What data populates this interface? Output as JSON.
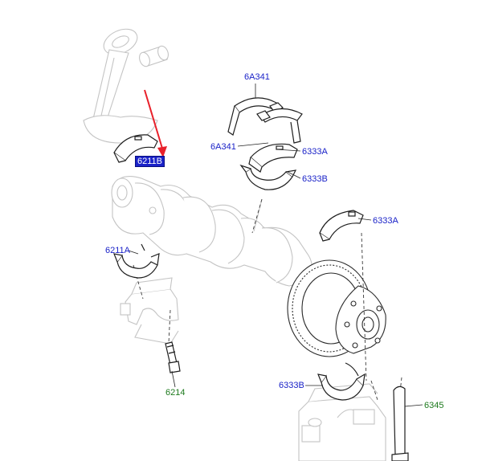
{
  "callouts": {
    "c_6A341_top": "6A341",
    "c_6A341_mid": "6A341",
    "c_6333A_upper": "6333A",
    "c_6333B_upper": "6333B",
    "c_6211B": "6211B",
    "c_6211A": "6211A",
    "c_6333A_right": "6333A",
    "c_6214": "6214",
    "c_6333B_lower": "6333B",
    "c_6345": "6345"
  },
  "colors": {
    "part_number_blue": "#1a22c8",
    "part_number_green": "#1d7a1d",
    "highlight_arrow": "#e8202a",
    "ghost_part": "#c9c9c9",
    "active_part": "#1e1e1e"
  },
  "icons": {
    "highlight_arrow": "red-arrow-icon"
  }
}
